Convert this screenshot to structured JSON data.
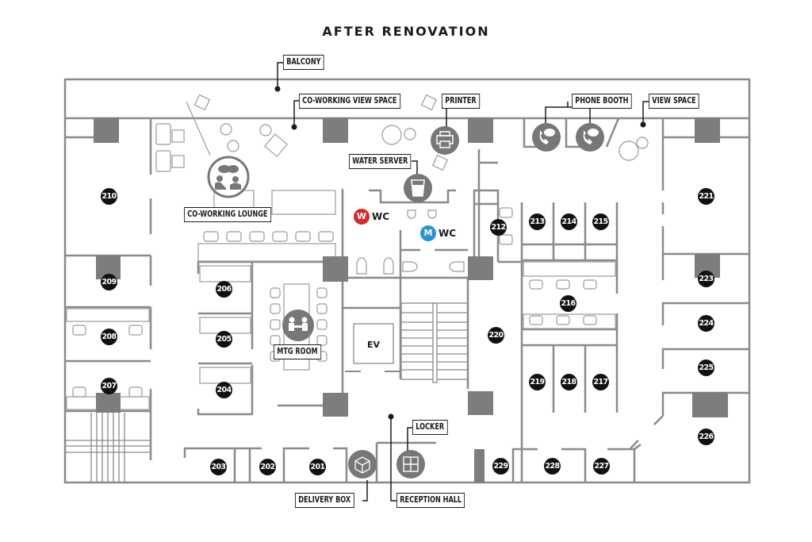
{
  "title": "AFTER RENOVATION",
  "colors": {
    "wall": "#8a8a8a",
    "column": "#7a7a7a",
    "icon_bg": "#777777",
    "room_badge": "#111111",
    "women": "#d42a2a",
    "men": "#2a93d4",
    "label_border": "#1a1a1a"
  },
  "labels": {
    "balcony": "BALCONY",
    "coworking_view_space": "CO-WORKING VIEW SPACE",
    "printer": "PRINTER",
    "phone_booth": "PHONE BOOTH",
    "view_space": "VIEW SPACE",
    "water_server": "WATER SERVER",
    "coworking_lounge": "CO-WORKING LOUNGE",
    "mtg_room": "MTG ROOM",
    "locker": "LOCKER",
    "delivery_box": "DELIVERY BOX",
    "reception_hall": "RECEPTION HALL",
    "ev": "EV"
  },
  "restrooms": {
    "women": {
      "badge": "W",
      "text": "WC"
    },
    "men": {
      "badge": "M",
      "text": "WC"
    }
  },
  "icons": {
    "printer": "printer-icon",
    "phone_booth": "phone-chat-icon",
    "water_server": "water-glass-icon",
    "coworking_lounge": "people-chat-icon",
    "mtg_room": "meeting-icon",
    "delivery_box": "box-icon",
    "locker": "locker-icon"
  },
  "rooms": {
    "r201": "201",
    "r202": "202",
    "r203": "203",
    "r204": "204",
    "r205": "205",
    "r206": "206",
    "r207": "207",
    "r208": "208",
    "r209": "209",
    "r210": "210",
    "r212": "212",
    "r213": "213",
    "r214": "214",
    "r215": "215",
    "r216": "216",
    "r217": "217",
    "r218": "218",
    "r219": "219",
    "r220": "220",
    "r221": "221",
    "r223": "223",
    "r224": "224",
    "r225": "225",
    "r226": "226",
    "r227": "227",
    "r228": "228",
    "r229": "229"
  }
}
